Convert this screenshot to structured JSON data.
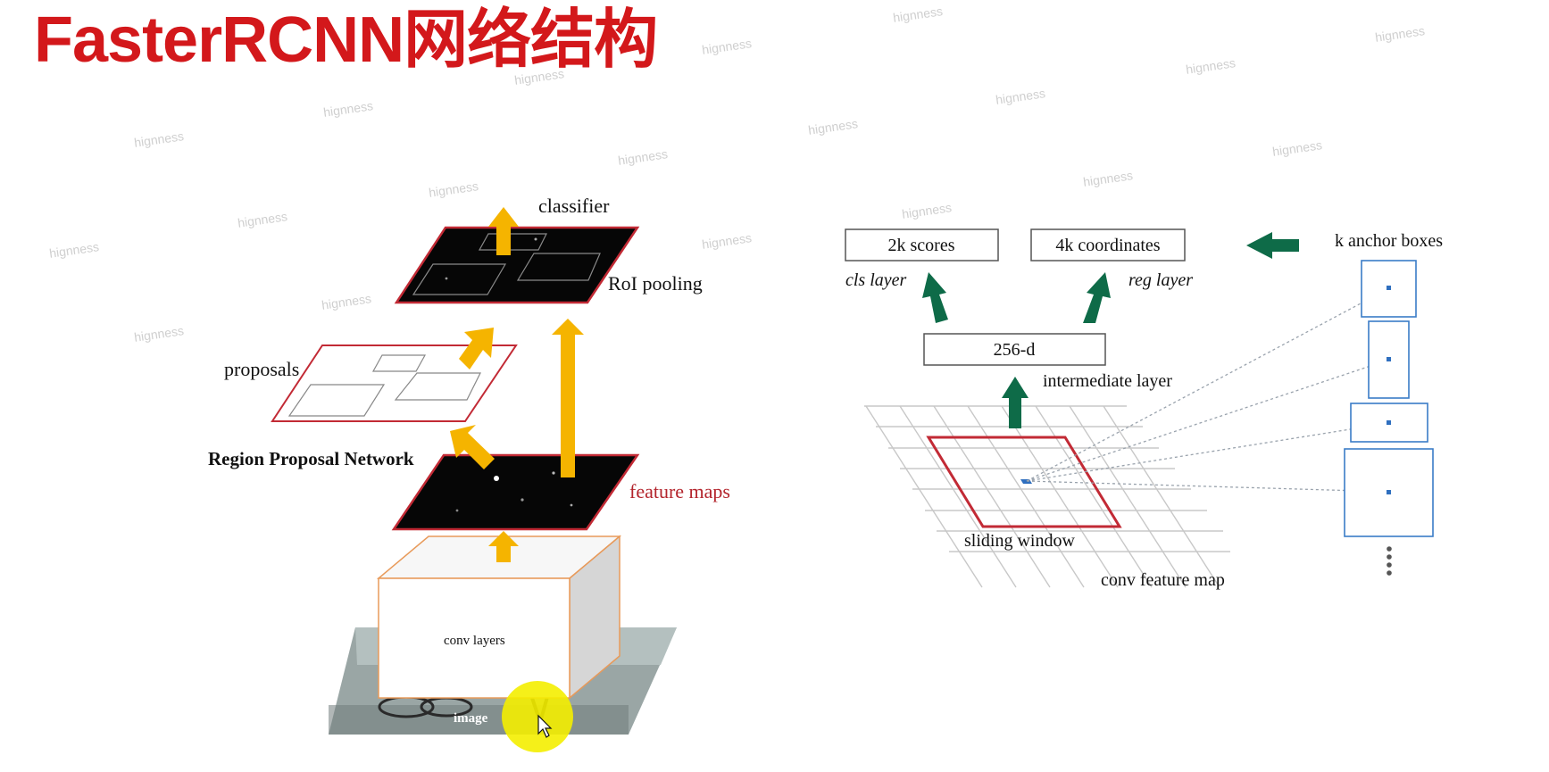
{
  "title": "FasterRCNN网络结构",
  "watermark": "hignness",
  "left_diagram": {
    "classifier": "classifier",
    "roi_pooling": "RoI pooling",
    "proposals": "proposals",
    "rpn": "Region Proposal Network",
    "feature_maps": "feature maps",
    "conv_layers": "conv layers",
    "image": "image"
  },
  "right_diagram": {
    "scores": "2k scores",
    "coordinates": "4k coordinates",
    "anchor_boxes": "k anchor boxes",
    "cls_layer": "cls layer",
    "reg_layer": "reg layer",
    "dims": "256-d",
    "intermediate_layer": "intermediate layer",
    "sliding_window": "sliding window",
    "conv_feature_map": "conv feature map"
  },
  "colors": {
    "title": "#d3181b",
    "arrow_yellow": "#f5b400",
    "arrow_green": "#0e6b48",
    "plane_border": "#c22a35",
    "anchor_box": "#3a7cc7"
  }
}
